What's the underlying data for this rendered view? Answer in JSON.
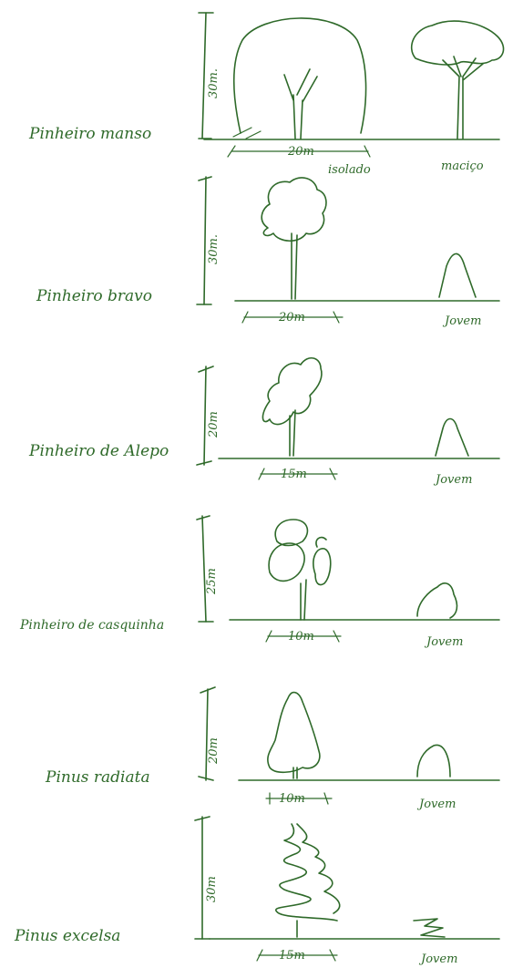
{
  "colors": {
    "ink": "#2f6a2a",
    "paper": "#ffffff"
  },
  "rows": [
    {
      "species": "Pinheiro manso",
      "height": "30m.",
      "width": "20m",
      "notes": [
        "isolado",
        "maciço"
      ]
    },
    {
      "species": "Pinheiro bravo",
      "height": "30m.",
      "width": "20m",
      "notes": [
        "Jovem"
      ]
    },
    {
      "species": "Pinheiro de Alepo",
      "height": "20m",
      "width": "15m",
      "notes": [
        "Jovem"
      ]
    },
    {
      "species": "Pinheiro de casquinha",
      "height": "25m",
      "width": "10m",
      "notes": [
        "Jovem"
      ]
    },
    {
      "species": "Pinus radiata",
      "height": "20m",
      "width": "10m",
      "notes": [
        "Jovem"
      ]
    },
    {
      "species": "Pinus excelsa",
      "height": "30m",
      "width": "15m",
      "notes": [
        "Jovem"
      ]
    }
  ]
}
